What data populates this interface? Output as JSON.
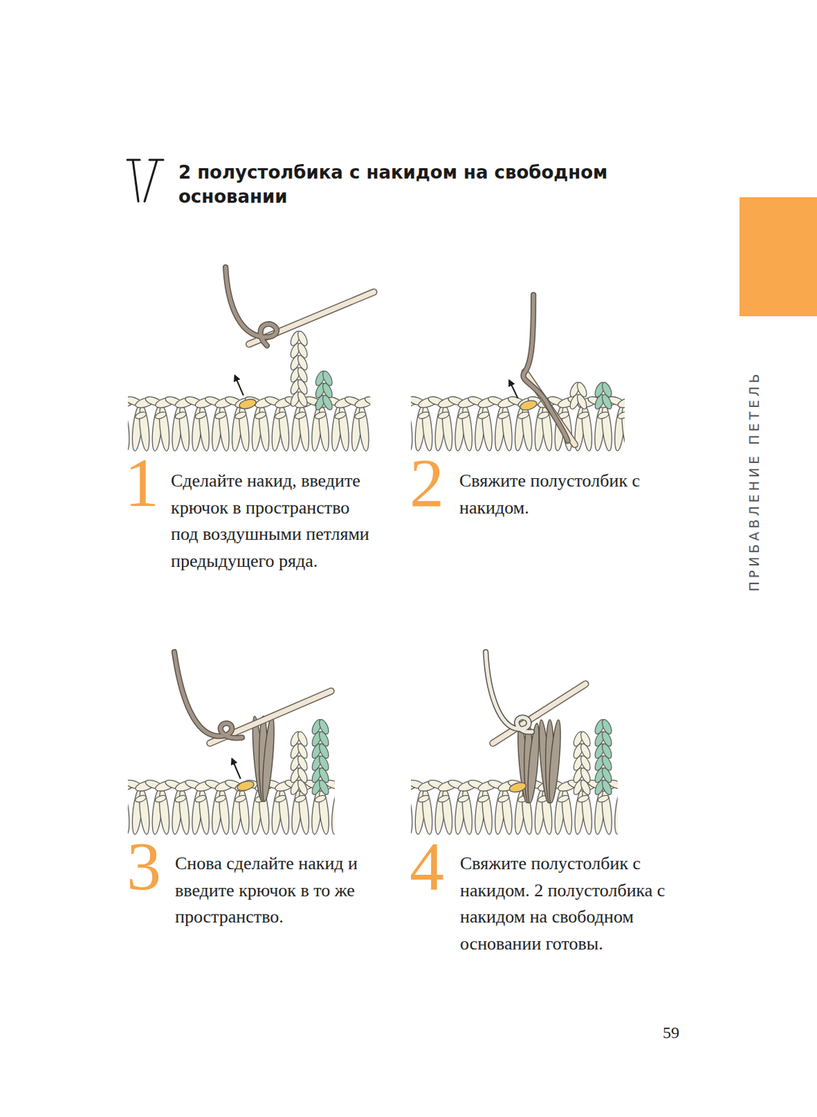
{
  "diagram": {
    "title": "2 полустолбика с накидом на свободном основании",
    "labels": [
      "1",
      "Сделайте накид, введите крючок в пространство под воздушными петлями предыдущего ряда.",
      "2",
      "Свяжите полустолбик с накидом.",
      "3",
      "Снова сделайте накид и введите крючок в то же пространство.",
      "4",
      "Свяжите полустолбик с накидом. 2 полустолбика с накидом на свободном основании готовы.",
      "ПРИБАВЛЕНИЕ ПЕТЕЛЬ",
      "59"
    ]
  }
}
